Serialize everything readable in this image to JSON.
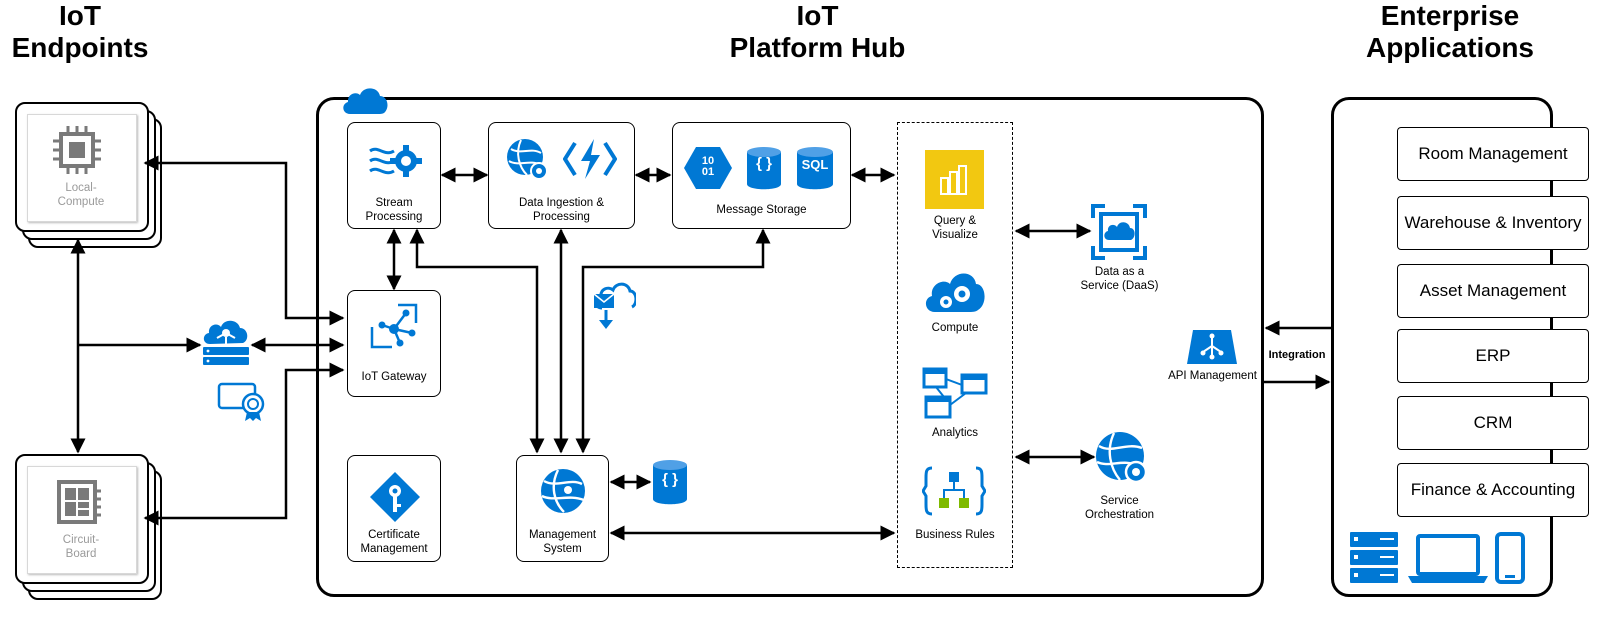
{
  "headings": {
    "endpoints": [
      "IoT",
      "Endpoints"
    ],
    "hub": [
      "IoT",
      "Platform Hub"
    ],
    "enterprise": [
      "Enterprise",
      "Applications"
    ]
  },
  "endpoints": {
    "local_compute": [
      "Local-",
      "Compute"
    ],
    "circuit_board": [
      "Circuit-",
      "Board"
    ]
  },
  "hub": {
    "stream_processing": [
      "Stream",
      "Processing"
    ],
    "data_ingestion": [
      "Data Ingestion &",
      "Processing"
    ],
    "message_storage": "Message Storage",
    "iot_gateway": "IoT Gateway",
    "certificate_management": [
      "Certificate",
      "Management"
    ],
    "management_system": [
      "Management",
      "System"
    ],
    "query_visualize": [
      "Query &",
      "Visualize"
    ],
    "compute": "Compute",
    "analytics": "Analytics",
    "business_rules": "Business Rules",
    "daas": [
      "Data as a",
      "Service (DaaS)"
    ],
    "service_orchestration": [
      "Service",
      "Orchestration"
    ],
    "api_management": "API Management",
    "integration": "Integration",
    "binary_icon_text": [
      "10",
      "01"
    ],
    "sql_icon_text": "SQL",
    "braces_icon_text": "{ }"
  },
  "enterprise_apps": [
    "Room Management",
    "Warehouse & Inventory",
    "Asset Management",
    "ERP",
    "CRM",
    "Finance & Accounting"
  ],
  "colors": {
    "azure_blue": "#0078d4",
    "power_bi_yellow": "#f2c811",
    "business_rules_green": "#7fba00",
    "grey_icon": "#7a7a7a",
    "outline": "#000000"
  }
}
